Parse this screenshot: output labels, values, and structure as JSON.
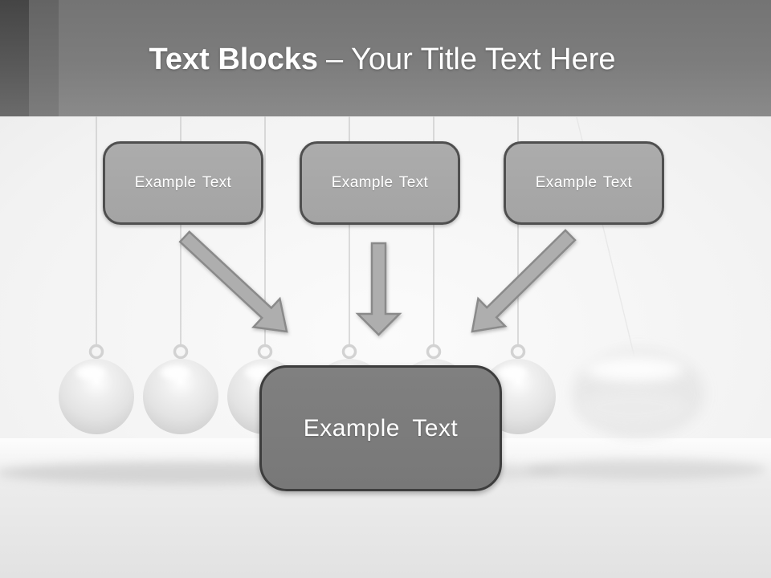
{
  "slide": {
    "title": {
      "bold": "Text Blocks",
      "rest": "– Your Title Text Here"
    },
    "top_boxes": [
      {
        "label": "Example Text"
      },
      {
        "label": "Example Text"
      },
      {
        "label": "Example Text"
      }
    ],
    "center_box": {
      "label": "Example Text"
    },
    "arrows": [
      {
        "icon": "arrow-down-right"
      },
      {
        "icon": "arrow-down"
      },
      {
        "icon": "arrow-down-left"
      }
    ],
    "background": "newtons-cradle-photo-faded",
    "colors": {
      "header_band": "#7d7d7d",
      "header_stripe_dark": "#4b4b4b",
      "header_stripe_mid": "#6e6e6e",
      "title_text": "#ffffff",
      "top_box_fill": "#a7a7a7",
      "top_box_border": "#4f4f4f",
      "center_box_fill": "#7b7b7b",
      "center_box_border": "#3d3d3d",
      "arrow_fill": "#aeaeae",
      "arrow_outline": "#8a8a8a",
      "box_text": "#ffffff"
    }
  }
}
